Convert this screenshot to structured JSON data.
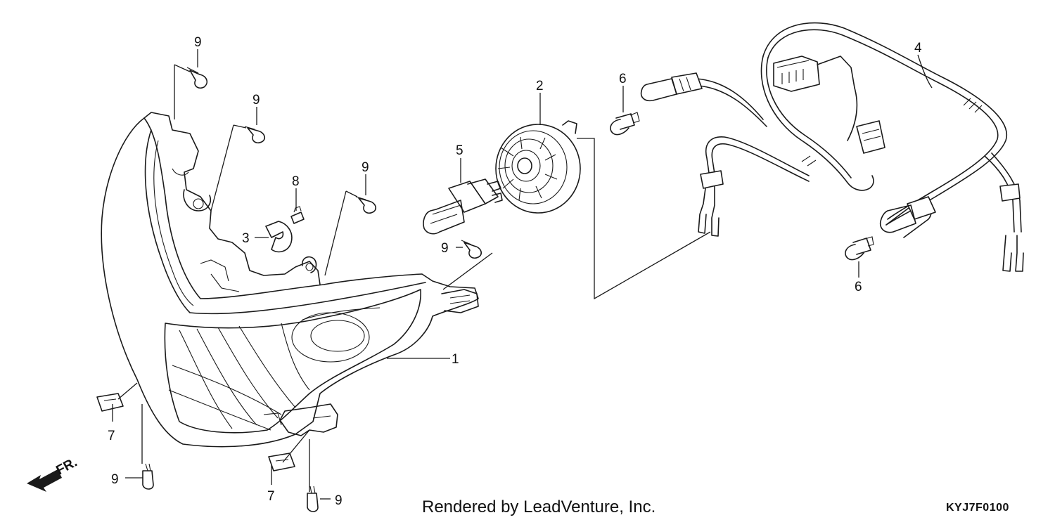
{
  "diagram": {
    "callouts": {
      "c1": "1",
      "c2": "2",
      "c3": "3",
      "c4": "4",
      "c5": "5",
      "c6a": "6",
      "c6b": "6",
      "c7a": "7",
      "c7b": "7",
      "c8": "8",
      "c9a": "9",
      "c9b": "9",
      "c9c": "9",
      "c9d": "9",
      "c9e": "9",
      "c9f": "9"
    },
    "front_arrow": "FR.",
    "credit": "Rendered by LeadVenture, Inc.",
    "code": "KYJ7F0100"
  }
}
